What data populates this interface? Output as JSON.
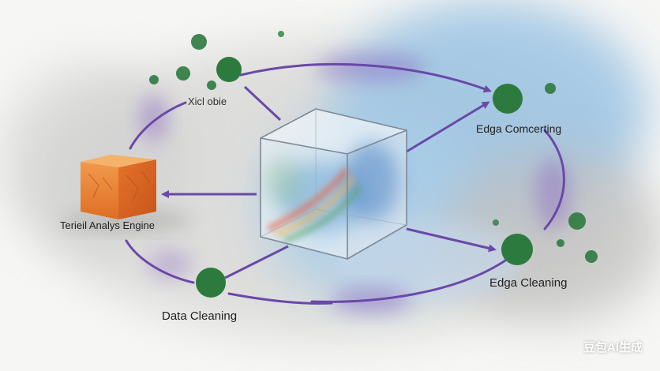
{
  "labels": {
    "top_left": "Xicl obie",
    "engine": "Terieil Analys Engine",
    "right_top": "Edga Comcerting",
    "right_bottom": "Edga Cleaning",
    "bottom": "Data Cleaning"
  },
  "watermark": "豆包AI生成",
  "colors": {
    "arrow": "#6a48a8",
    "node": "#2d7a3e",
    "block": "#e9843a",
    "wash_blue": "#9cc4e4",
    "wash_gray": "#c9c9c9",
    "wash_purple": "#8a67c3"
  }
}
